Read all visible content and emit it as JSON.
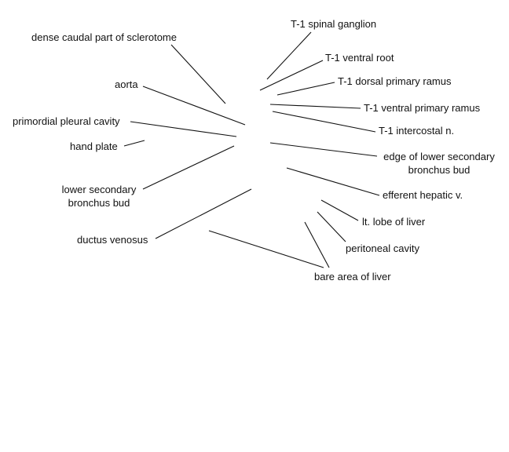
{
  "labels": {
    "dense_caudal_sclerotome": "dense caudal part of sclerotome",
    "aorta": "aorta",
    "primordial_pleural_cavity": "primordial pleural cavity",
    "hand_plate": "hand plate",
    "lower_secondary_bronchus_bud": [
      "lower secondary",
      "bronchus bud"
    ],
    "ductus_venosus": "ductus venosus",
    "t1_spinal_ganglion": "T-1 spinal ganglion",
    "t1_ventral_root": "T-1 ventral root",
    "t1_dorsal_primary_ramus": "T-1 dorsal primary ramus",
    "t1_ventral_primary_ramus": "T-1 ventral primary ramus",
    "t1_intercostal_n": "T-1 intercostal n.",
    "edge_lower_secondary_bronchus_bud": [
      "edge of lower secondary",
      "bronchus bud"
    ],
    "efferent_hepatic_v": "efferent hepatic v.",
    "lt_lobe_of_liver": "lt. lobe of liver",
    "peritoneal_cavity": "peritoneal cavity",
    "bare_area_of_liver": "bare area of liver"
  },
  "colors": {
    "line": "#111111",
    "text": "#111111",
    "background": "#ffffff"
  }
}
